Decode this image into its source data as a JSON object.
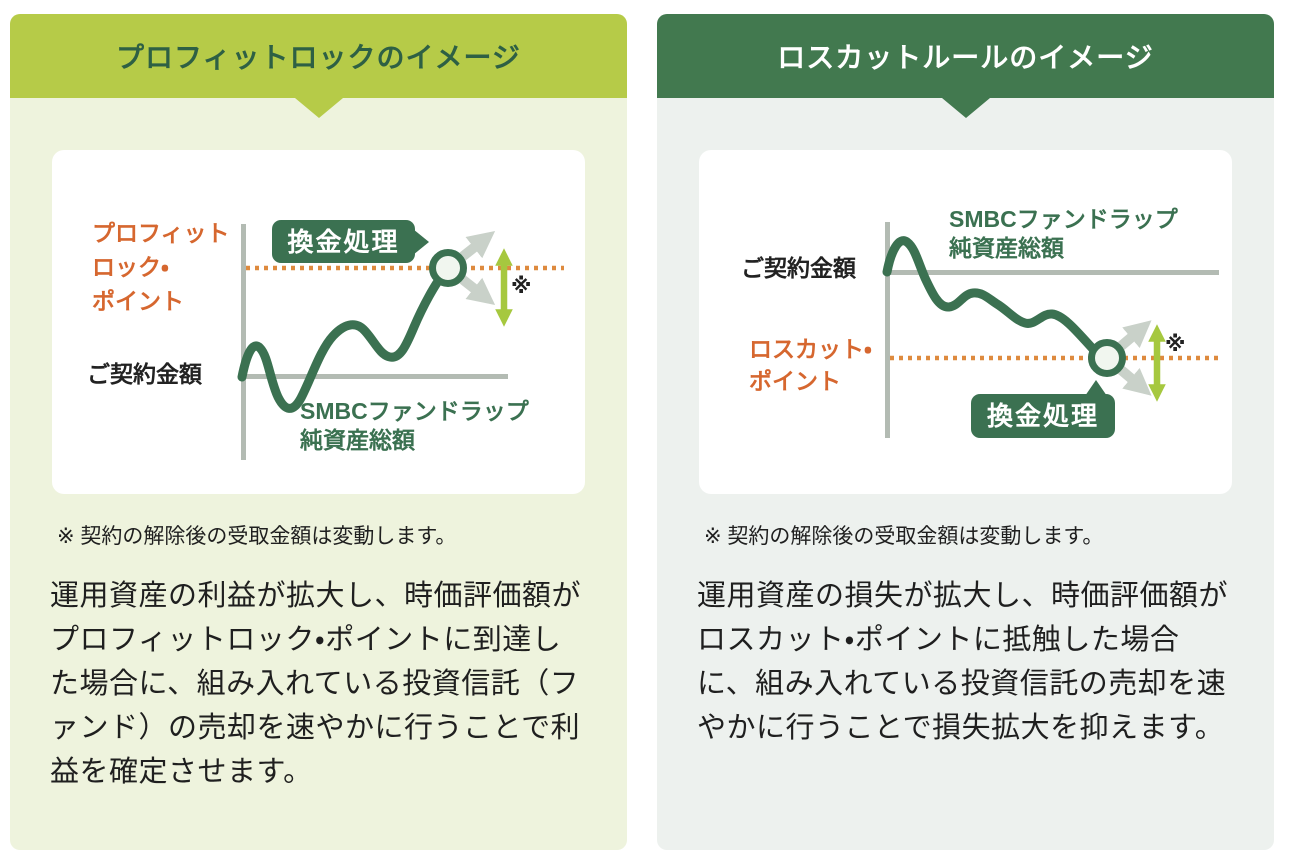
{
  "colors": {
    "dark_green": "#3b7151",
    "lime_header": "#b6cb48",
    "green_header": "#42794f",
    "panel_left_bg": "#eef3dd",
    "panel_right_bg": "#edf1ee",
    "orange_label": "#d6672f",
    "orange_dotted": "#de8a3e",
    "gray_line": "#b3bbb3",
    "gray_arrow": "#c9d1c9",
    "lime_arrow": "#a6c83f"
  },
  "panels": [
    {
      "header": "プロフィットロックのイメージ",
      "chart": {
        "threshold_lines": [
          "プロフィット",
          "ロック・",
          "ポイント"
        ],
        "contract_label": "ご契約金額",
        "asset_lines": [
          "SMBCファンドラップ",
          "純資産総額"
        ],
        "badge": "換金処理",
        "asterisk": "※"
      },
      "footnote": "※ 契約の解除後の受取金額は変動します。",
      "body": "運用資産の利益が拡大し、時価評価額がプロフィットロック・ポイントに到達した場合に、組み入れている投資信託（ファンド）の売却を速やかに行うことで利益を確定させます。"
    },
    {
      "header": "ロスカットルールのイメージ",
      "chart": {
        "threshold_lines": [
          "ロスカット・",
          "ポイント"
        ],
        "contract_label": "ご契約金額",
        "asset_lines": [
          "SMBCファンドラップ",
          "純資産総額"
        ],
        "badge": "換金処理",
        "asterisk": "※"
      },
      "footnote": "※ 契約の解除後の受取金額は変動します。",
      "body": "運用資産の損失が拡大し、時価評価額がロスカット・ポイントに抵触した場合に、組み入れている投資信託の売却を速やかに行うことで損失拡大を抑えます。"
    }
  ]
}
